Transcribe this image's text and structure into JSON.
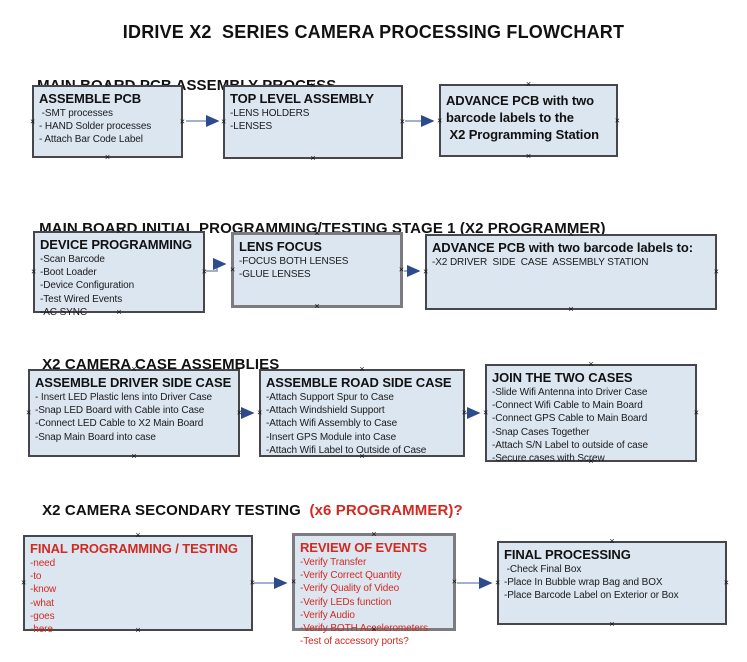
{
  "title": "IDRIVE X2  SERIES CAMERA PROCESSING FLOWCHART",
  "icons": {
    "anchor": "×",
    "arrow_head": "▶"
  },
  "colors": {
    "box_fill": "#dce6f1",
    "box_border": "#47474b",
    "arrow_line": "#8195bd",
    "arrow_head": "#2c4a8c",
    "red_text": "#d22a20",
    "black_text": "#111111"
  },
  "sections": [
    {
      "heading": "MAIN BOARD PCB ASSEMBLY PROCESS",
      "boxes": [
        {
          "title": "ASSEMBLE PCB",
          "items": [
            " -SMT processes",
            "- HAND Solder processes",
            "- Attach Bar Code Label"
          ]
        },
        {
          "title": "TOP LEVEL ASSEMBLY",
          "items": [
            "-LENS HOLDERS",
            "-LENSES"
          ]
        },
        {
          "title_lines": [
            "ADVANCE PCB with two",
            "barcode labels to the",
            " X2 Programming Station"
          ]
        }
      ]
    },
    {
      "heading": "MAIN BOARD INITIAL PROGRAMMING/TESTING STAGE 1 (X2 PROGRAMMER)",
      "boxes": [
        {
          "title": "DEVICE PROGRAMMING",
          "items": [
            "-Scan Barcode",
            "-Boot Loader",
            "-Device Configuration",
            "-Test Wired Events",
            "-AC SYNC"
          ]
        },
        {
          "title": "LENS FOCUS",
          "items": [
            "-FOCUS BOTH LENSES",
            "-GLUE LENSES"
          ]
        },
        {
          "title": "ADVANCE PCB with two barcode labels to:",
          "items": [
            "-X2 DRIVER  SIDE  CASE  ASSEMBLY STATION"
          ]
        }
      ]
    },
    {
      "heading": "X2 CAMERA CASE ASSEMBLIES",
      "boxes": [
        {
          "title": "ASSEMBLE DRIVER SIDE CASE",
          "items": [
            "- Insert LED Plastic lens into Driver Case",
            "-Snap LED Board with Cable into Case",
            "-Connect LED Cable to X2 Main Board",
            "-Snap Main Board into case"
          ]
        },
        {
          "title": "ASSEMBLE ROAD SIDE CASE",
          "items": [
            "-Attach Support Spur to Case",
            "-Attach Windshield Support",
            "-Attach Wifi Assembly to Case",
            "-Insert GPS Module into Case",
            "-Attach Wifi Label to Outside of Case"
          ]
        },
        {
          "title": "JOIN THE TWO CASES",
          "items": [
            "-Slide Wifi Antenna into Driver Case",
            "-Connect Wifi Cable to Main Board",
            "-Connect GPS Cable to Main Board",
            "-Snap Cases Together",
            "-Attach S/N Label to outside of case",
            "-Secure cases with Screw"
          ]
        }
      ]
    },
    {
      "heading": "X2 CAMERA SECONDARY TESTING ",
      "heading_red": " (x6 PROGRAMMER)?",
      "boxes": [
        {
          "title": "FINAL PROGRAMMING / TESTING",
          "items": [
            "-need",
            "-to",
            "-know",
            "-what",
            "-goes",
            "-here"
          ]
        },
        {
          "title": "REVIEW OF EVENTS",
          "items": [
            "-Verify Transfer",
            "-Verify Correct Quantity",
            "-Verify Quality of Video",
            "-Verify LEDs function",
            "-Verify Audio",
            "-Verify BOTH Accelerometers",
            "-Test of accessory ports?"
          ]
        },
        {
          "title": "FINAL PROCESSING",
          "items": [
            " -Check Final Box",
            "-Place In Bubble wrap Bag and BOX",
            "-Place Barcode Label on Exterior or Box"
          ]
        }
      ]
    }
  ]
}
